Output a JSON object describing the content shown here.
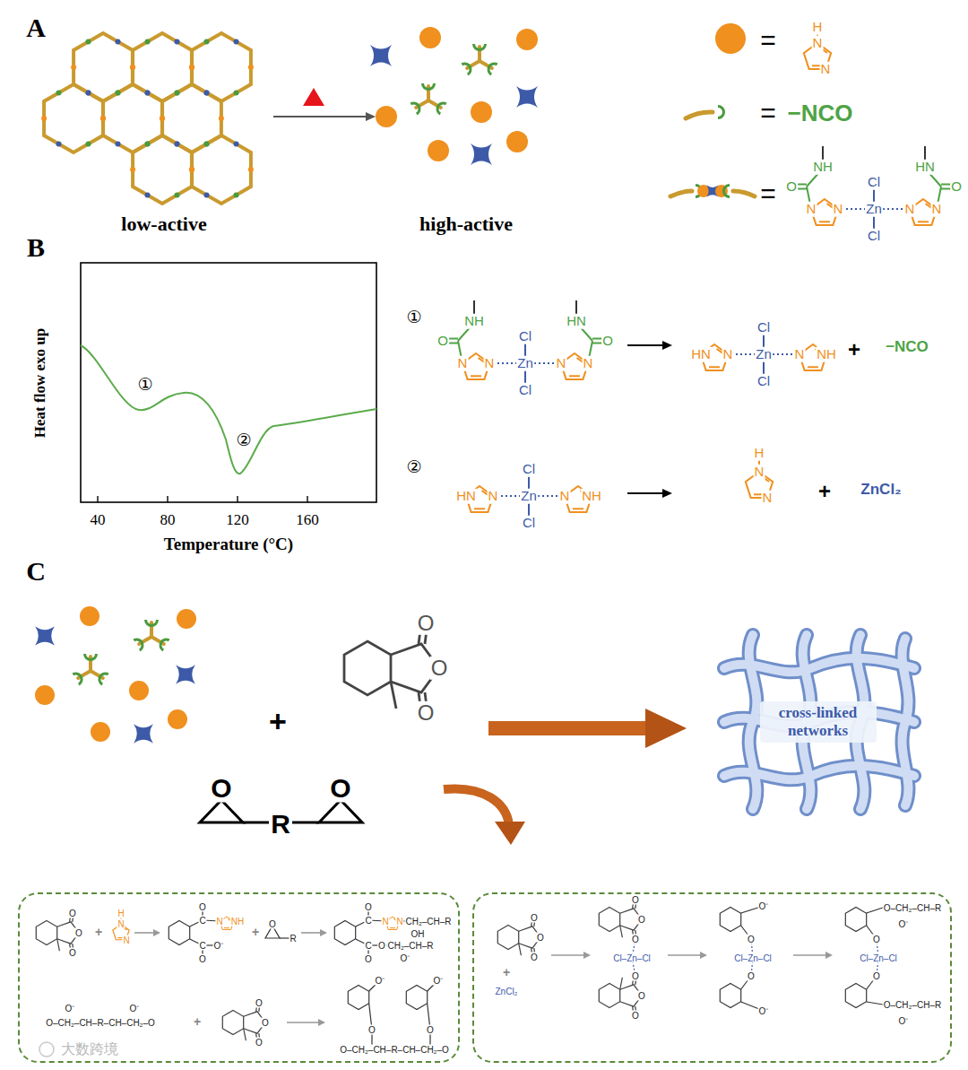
{
  "diagram": {
    "nodes": [
      {
        "text": [
          "cross-linked networks"
        ]
      },
      {
        "text": [
          "O",
          "O",
          "O",
          "+",
          "H",
          "N",
          "N",
          "C",
          "O",
          "N",
          "NH",
          "C",
          "O⁻",
          "O",
          "+",
          "O",
          "R",
          "O",
          "C",
          "N",
          "N",
          "CH₂–CH–R",
          "OH",
          "C",
          "O",
          "O",
          "CH₂–CH–R",
          "O⁻",
          "O⁻",
          "O⁻",
          "O–CH₂–CH–R–CH–CH₂–O",
          "+",
          "O",
          "O",
          "O",
          "O⁻",
          "O⁻",
          "O",
          "O",
          "O–CH₂–CH–R–CH–CH₂–O"
        ]
      },
      {
        "text": [
          "O",
          "O",
          "O",
          "+",
          "ZnCl₂",
          "O",
          "O",
          "O",
          "Cl–Zn–Cl",
          "O",
          "O",
          "O",
          "O⁻",
          "O",
          "Cl–Zn–Cl",
          "O",
          "O⁻",
          "O",
          "Cl–Zn–Cl",
          "O",
          "O–CH₂–CH–R",
          "O⁻",
          "O–CH₂–CH–R",
          "O⁻"
        ]
      }
    ],
    "labels": [
      "A",
      "low-active",
      "high-active",
      "=",
      "H",
      "N",
      "N",
      "=",
      "−NCO",
      "=",
      "O",
      "NH",
      "N",
      "N",
      "Cl",
      "Zn",
      "Cl",
      "N",
      "N",
      "HN",
      "O",
      "B",
      "Heat flow exo up",
      "40",
      "80",
      "120",
      "160",
      "Temperature (°C)",
      "①",
      "②",
      "①",
      "O",
      "NH",
      "N",
      "N",
      "Cl",
      "Zn",
      "Cl",
      "N",
      "N",
      "HN",
      "O",
      "HN",
      "N",
      "Cl",
      "Zn",
      "Cl",
      "N",
      "NH",
      "+",
      "−NCO",
      "②",
      "HN",
      "N",
      "Cl",
      "Zn",
      "Cl",
      "N",
      "NH",
      "H",
      "N",
      "N",
      "+",
      "ZnCl₂",
      "C",
      "+",
      "O",
      "O",
      "O",
      "O",
      "R",
      "O",
      "大数跨境"
    ]
  }
}
